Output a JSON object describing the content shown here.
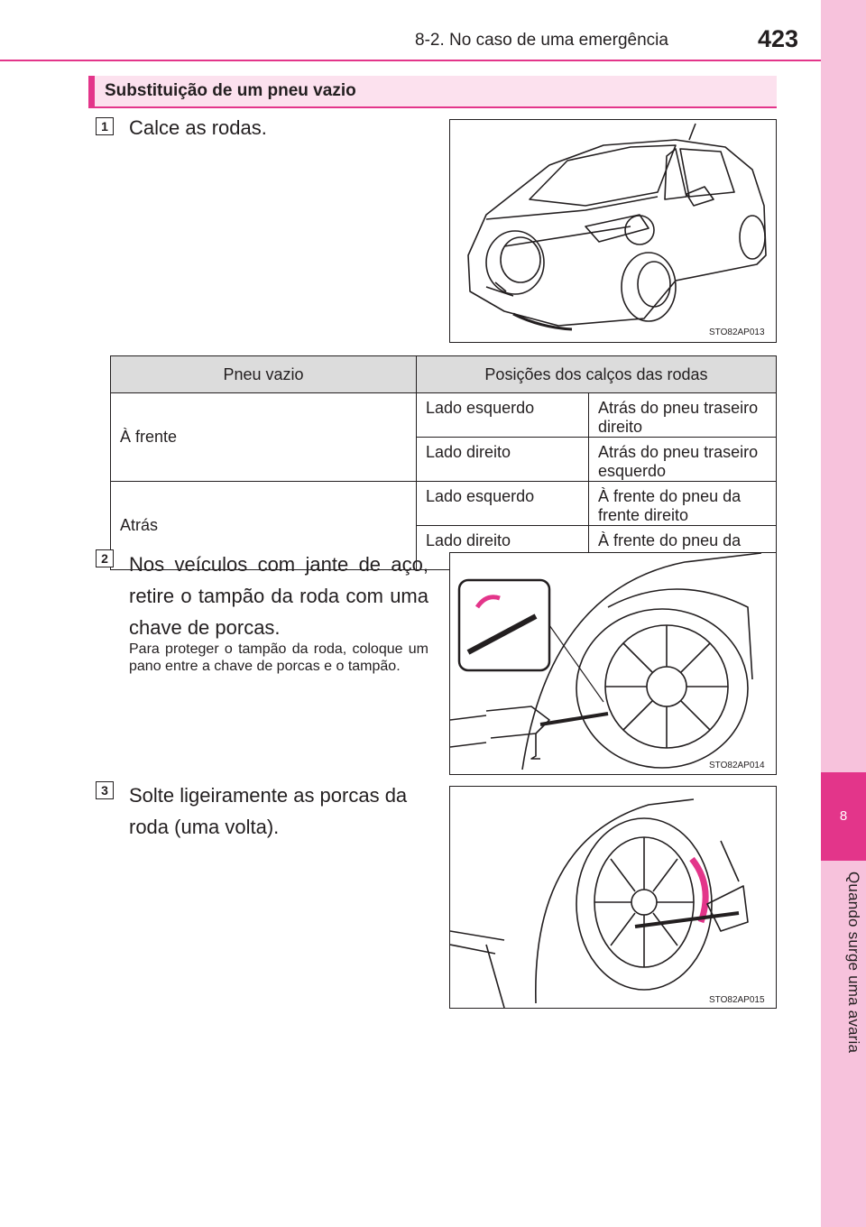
{
  "header": {
    "section": "8-2. No caso de uma emergência",
    "page_number": "423"
  },
  "side_tab": {
    "chapter_number": "8",
    "chapter_title": "Quando surge uma avaria"
  },
  "section_title": "Substituição de um pneu vazio",
  "steps": [
    {
      "number": "1",
      "text": "Calce as rodas.",
      "image_code": "STO82AP013"
    },
    {
      "number": "2",
      "text": "Nos veículos com jante de aço, retire o tampão da roda com uma chave de porcas.",
      "note": "Para proteger o tampão da roda, coloque um pano entre a chave de porcas e o tampão.",
      "image_code": "STO82AP014"
    },
    {
      "number": "3",
      "text": "Solte ligeiramente as porcas da roda (uma volta).",
      "image_code": "STO82AP015"
    }
  ],
  "table": {
    "headers": [
      "Pneu vazio",
      "Posições dos calços das rodas"
    ],
    "rows": [
      {
        "group": "À frente",
        "side": "Lado esquerdo",
        "position": "Atrás do pneu traseiro direito"
      },
      {
        "side": "Lado direito",
        "position": "Atrás do pneu traseiro esquerdo"
      },
      {
        "group": "Atrás",
        "side": "Lado esquerdo",
        "position": "À frente do pneu da frente direito"
      },
      {
        "side": "Lado direito",
        "position": "À frente do pneu da frente esquerdo"
      }
    ]
  },
  "colors": {
    "accent": "#e3358a",
    "tab": "#f7c2dc",
    "section_bg": "#fce1ee",
    "table_header": "#dcdcdc"
  }
}
